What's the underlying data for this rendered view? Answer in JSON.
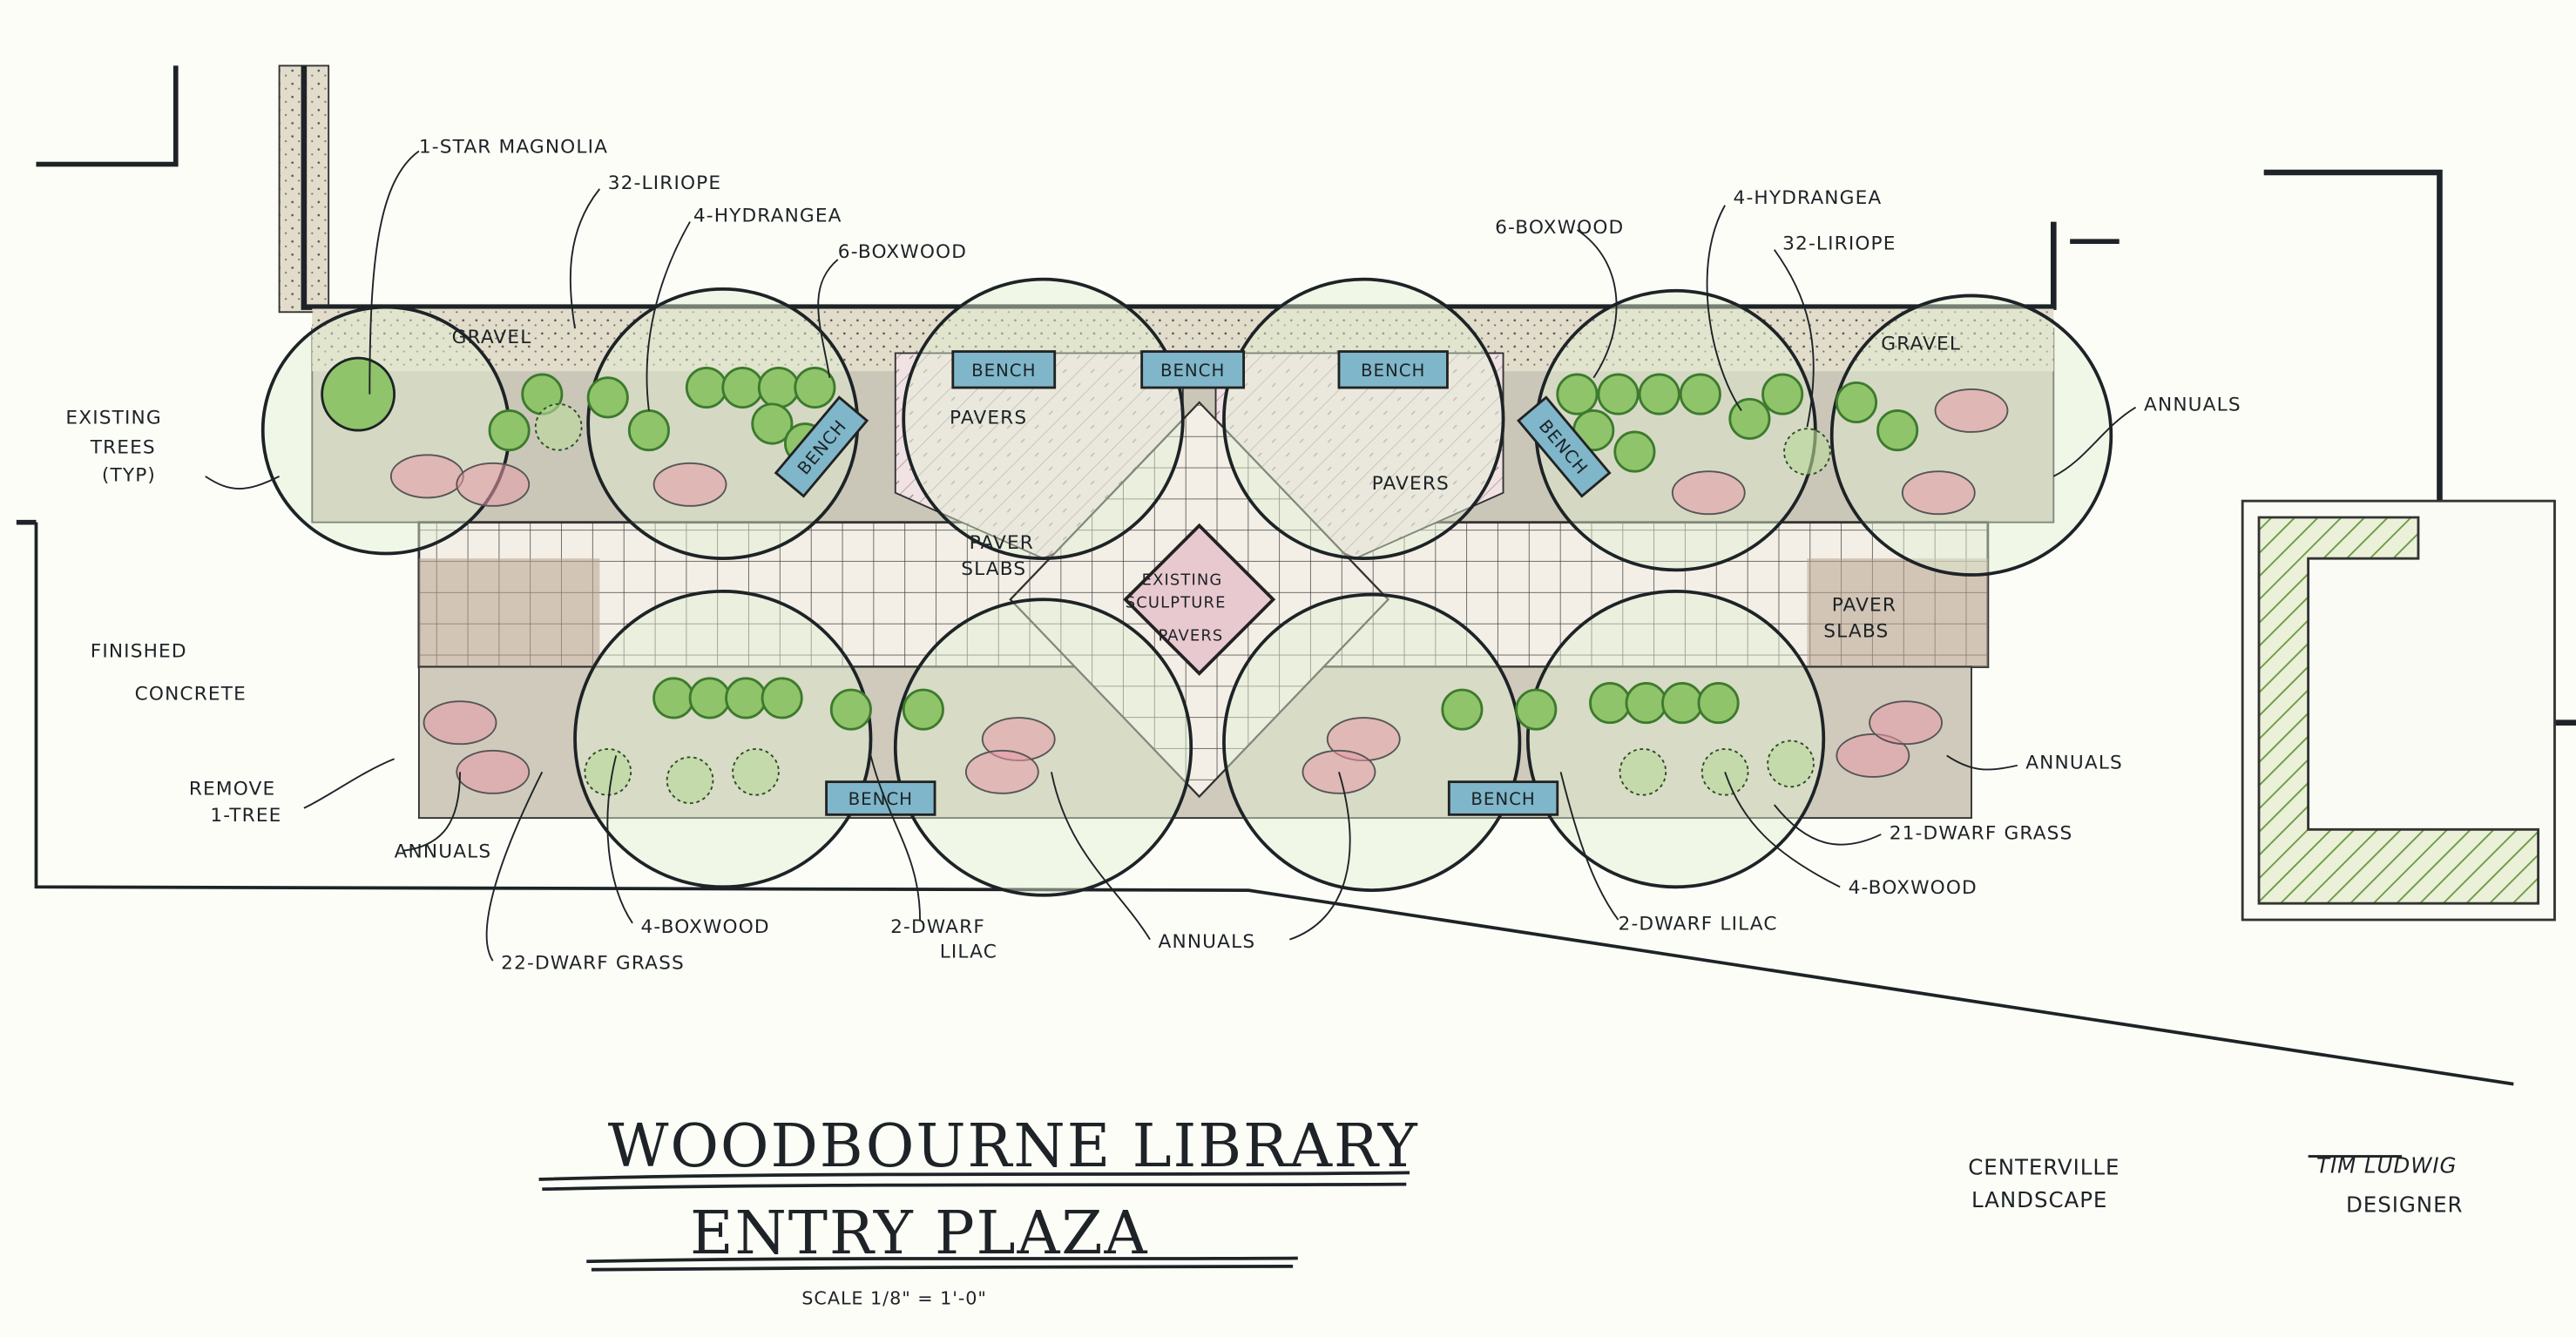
{
  "title": {
    "line1": "Woodbourne Library",
    "line2": "Entry Plaza",
    "scale": "Scale 1/8\" = 1'-0\""
  },
  "firm": {
    "line1": "Centerville",
    "line2": "Landscape"
  },
  "designer": {
    "signature": "Tim Ludwig",
    "role": "Designer"
  },
  "benches": [
    "Bench",
    "Bench",
    "Bench",
    "Bench",
    "Bench",
    "Bench",
    "Bench"
  ],
  "labels": {
    "star_magnolia": "1-Star Magnolia",
    "liriope_left": "32-Liriope",
    "hydrangea_left": "4-Hydrangea",
    "boxwood_left": "6-Boxwood",
    "gravel_left": "Gravel",
    "existing_trees_1": "Existing",
    "existing_trees_2": "Trees",
    "existing_trees_3": "(Typ)",
    "pavers_left": "Pavers",
    "paver_slabs_left_1": "Paver",
    "paver_slabs_left_2": "Slabs",
    "sculpture_1": "Existing",
    "sculpture_2": "Sculpture",
    "pavers_center": "Pavers",
    "pavers_right": "Pavers",
    "boxwood_right": "6-Boxwood",
    "hydrangea_right": "4-Hydrangea",
    "liriope_right": "32-Liriope",
    "gravel_right": "Gravel",
    "annuals_upper_right": "Annuals",
    "paver_slabs_right_1": "Paver",
    "paver_slabs_right_2": "Slabs",
    "finished_concrete_1": "Finished",
    "finished_concrete_2": "Concrete",
    "remove_tree_1": "Remove",
    "remove_tree_2": "1-Tree",
    "annuals_lower_left": "Annuals",
    "boxwood_lower_left": "4-Boxwood",
    "dwarf_grass_left": "22-Dwarf Grass",
    "dwarf_lilac_left_1": "2-Dwarf",
    "dwarf_lilac_left_2": "Lilac",
    "annuals_lower_center": "Annuals",
    "dwarf_lilac_right": "2-Dwarf Lilac",
    "boxwood_lower_right": "4-Boxwood",
    "dwarf_grass_right": "21-Dwarf Grass",
    "annuals_lower_right": "Annuals"
  },
  "colors": {
    "ink": "#1d2326",
    "foliage": "#8fc46a",
    "foliage_dark": "#3d7a2e",
    "canopy": "#e3efd2",
    "gravel": "#d8d3bf",
    "paver": "#b7a38e",
    "pavers_pink": "#ecd7dc",
    "bench": "#7fb6c9",
    "annual_pink": "#e79aa8"
  }
}
